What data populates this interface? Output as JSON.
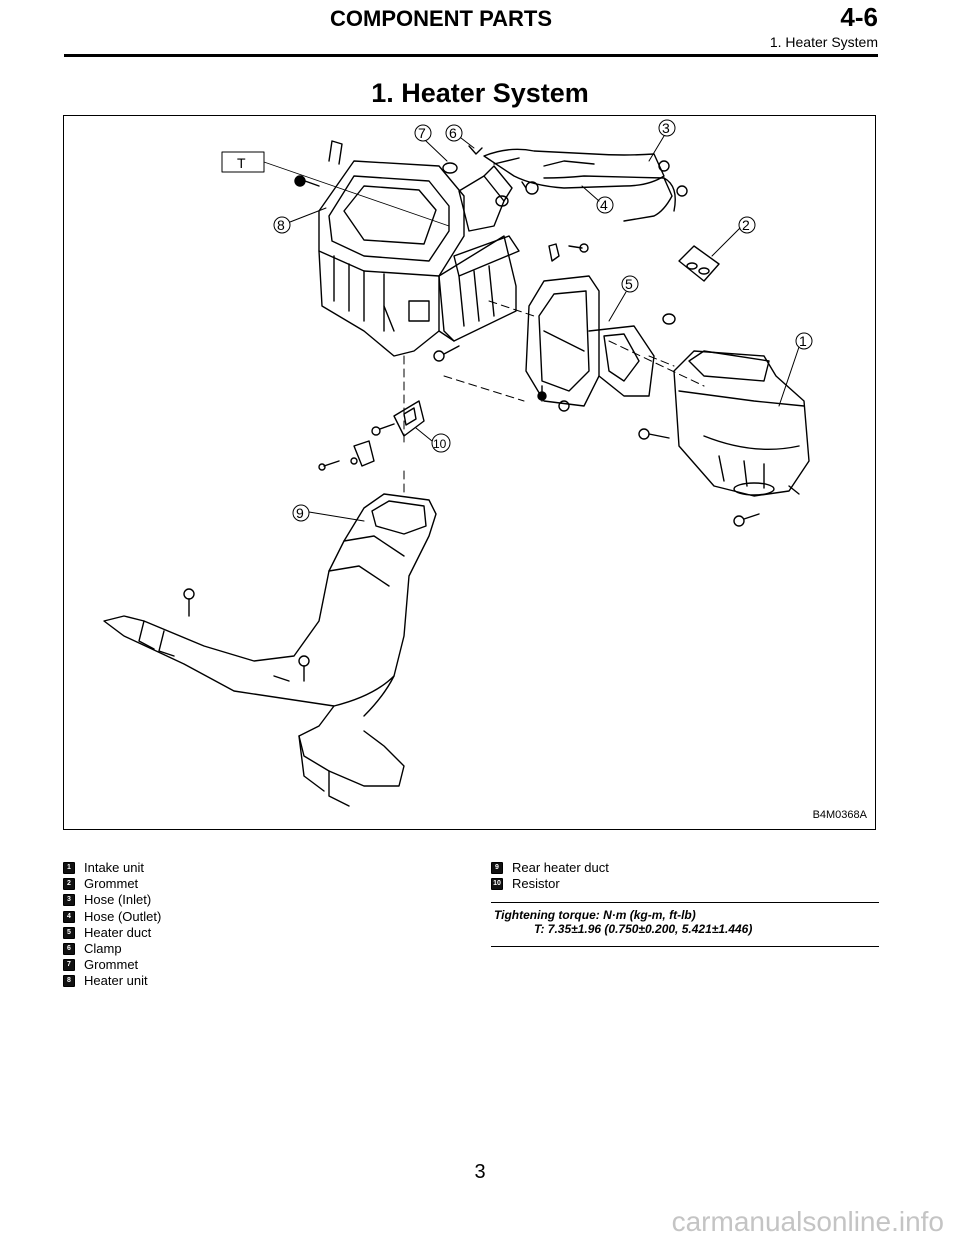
{
  "header": {
    "section_title": "COMPONENT PARTS",
    "section_number": "4-6",
    "subtitle": "1. Heater System"
  },
  "page_title": "1. Heater System",
  "figure": {
    "id": "B4M0368A",
    "tag_T": "T",
    "callouts": [
      "1",
      "2",
      "3",
      "4",
      "5",
      "6",
      "7",
      "8",
      "9",
      "10"
    ]
  },
  "legend": [
    {
      "num": "1",
      "label": "Intake unit"
    },
    {
      "num": "2",
      "label": "Grommet"
    },
    {
      "num": "3",
      "label": "Hose (Inlet)"
    },
    {
      "num": "4",
      "label": "Hose (Outlet)"
    },
    {
      "num": "5",
      "label": "Heater duct"
    },
    {
      "num": "6",
      "label": "Clamp"
    },
    {
      "num": "7",
      "label": "Grommet"
    },
    {
      "num": "8",
      "label": "Heater unit"
    },
    {
      "num": "9",
      "label": "Rear heater duct"
    },
    {
      "num": "10",
      "label": "Resistor"
    }
  ],
  "torque": {
    "heading": "Tightening torque: N·m (kg-m, ft-lb)",
    "value": "T: 7.35±1.96 (0.750±0.200, 5.421±1.446)"
  },
  "page_number": "3",
  "watermark": "carmanualsonline.info"
}
